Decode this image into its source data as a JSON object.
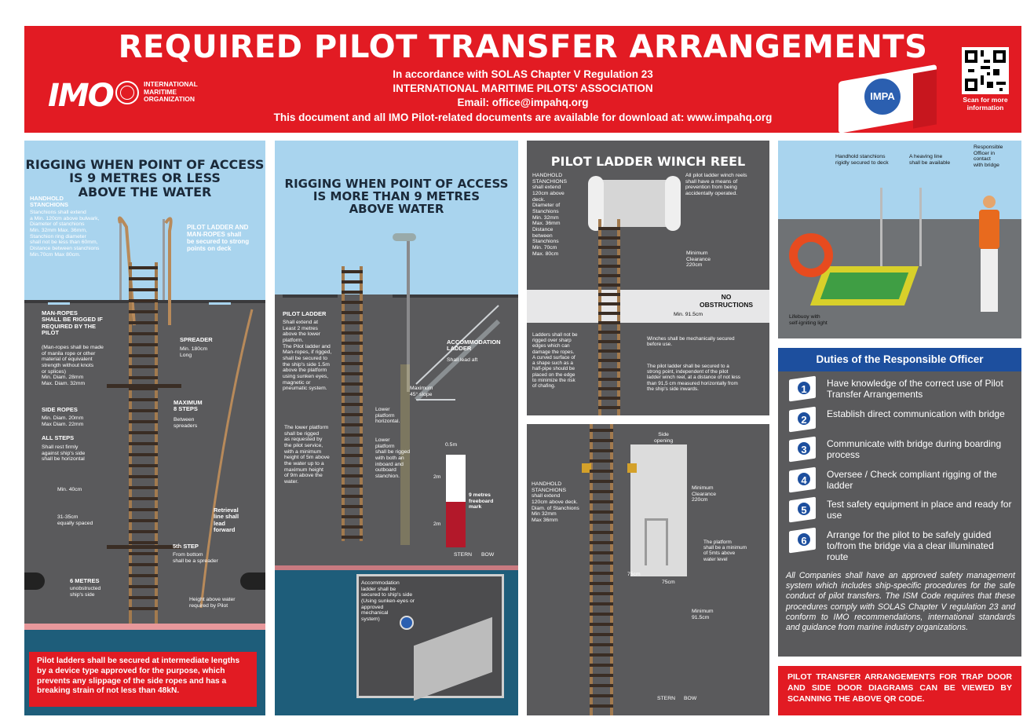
{
  "header": {
    "title": "REQUIRED PILOT TRANSFER ARRANGEMENTS",
    "line1": "In accordance with SOLAS Chapter V Regulation 23",
    "line2": "INTERNATIONAL MARITIME PILOTS' ASSOCIATION",
    "line3": "Email: office@impahq.org",
    "line4": "This document and all IMO Pilot-related documents are available for download at: www.impahq.org",
    "imo_logo": "IMO",
    "imo_org": "INTERNATIONAL\nMARITIME\nORGANIZATION",
    "impa_logo": "IMPA",
    "qr_caption": "Scan for more\ninformation"
  },
  "panel1": {
    "title": "RIGGING WHEN POINT OF ACCESS\nIS 9 METRES OR LESS\nABOVE THE WATER",
    "handhold_head": "HANDHOLD\nSTANCHIONS",
    "handhold_text": "Stanchions shall extend\na Min. 120cm above bulwark,\nDiameter of stanchions\nMin. 32mm Max. 36mm,\nStanchion ring diameter\nshall not be less than 60mm,\nDistance between stanchions\nMin.70cm Max 80cm.",
    "manropes_deck": "PILOT LADDER AND\nMAN-ROPES shall\nbe secured to strong\npoints on deck",
    "manropes_head": "MAN-ROPES\nSHALL BE RIGGED IF\nREQUIRED BY THE\nPILOT",
    "manropes_text": "(Man-ropes shall be made\nof manila rope or other\nmaterial of equivalent\nstrength without knots\nor splices)\nMin. Diam. 28mm\nMax. Diam. 32mm",
    "spreader_head": "SPREADER",
    "spreader_text": "Min. 180cm\nLong",
    "maxsteps_head": "MAXIMUM\n8 STEPS",
    "maxsteps_text": "Between\nspreaders",
    "siderope_head": "SIDE ROPES",
    "siderope_text": "Min. Diam. 20mm\nMax Diam. 22mm",
    "allsteps_head": "ALL STEPS",
    "allsteps_text": "Shall rest firmly\nagainst ship's side\nshall be horizontal",
    "min40": "Min. 40cm",
    "spacing": "31-35cm\nequally spaced",
    "retrieval": "Retrieval\nline shall\nlead\nforward",
    "fifthstep_head": "5th STEP",
    "fifthstep_text": "From bottom\nshall be a spreader",
    "sixm_head": "6 METRES",
    "sixm_text": "unobstructed\nship's side",
    "height": "Height above water\nrequired by Pilot",
    "note": "Pilot ladders shall be secured at intermediate lengths by a device type approved for the purpose, which prevents any slippage of the side ropes and has a breaking strain of not less than 48kN."
  },
  "panel2": {
    "title": "RIGGING WHEN POINT OF ACCESS\nIS MORE THAN 9 METRES\nABOVE WATER",
    "ladder_head": "PILOT LADDER",
    "ladder_text": "Shall extend at\nLeast 2 metres\nabove the lower\nplatform.\nThe Pilot ladder and\nMan-ropes, if rigged,\nshall be secured to\nthe ship's side 1.5m\nabove the platform\nusing sunken eyes,\nmagnetic or\npneumatic system.",
    "lower_text": "The lower platform\nshall be rigged\nas requested by\nthe pilot service,\nwith a minimum\nheight of 5m above\nthe water up to a\nmaximum height\nof 9m above the\nwater.",
    "accom_head": "ACCOMMODATION\nLADDER",
    "accom_text": "Shall lead aft",
    "slope": "Maximum\n45° slope",
    "platform_h": "Lower\nplatform\nhorizontal.",
    "platform_r": "Lower\nplatform\nshall be rigged\nwith both an\ninboard and\noutboard\nstanchion.",
    "m05": "0.5m",
    "m2a": "2m",
    "m2b": "2m",
    "freeboard": "9 metres\nfreeboard\nmark",
    "stern": "STERN",
    "bow": "BOW",
    "secured": "Accommodation\nladder shall be\nsecured to ship's side\n(Using sunken-eyes or\napproved\nmechanical\nsystem)"
  },
  "panel3": {
    "title": "PILOT LADDER WINCH REEL",
    "handhold": "HANDHOLD\nSTANCHIONS\nshall extend\n120cm above\ndeck.\nDiameter of\nStanchions\nMin. 32mm\nMax. 36mm\nDistance\nbetween\nStanchions\nMin. 70cm\nMax. 80cm",
    "winch_means": "All pilot ladder winch reels\nshall have a means of\nprevention from being\naccidentally operated.",
    "clearance": "Minimum\nClearance\n220cm",
    "noobs": "NO\nOBSTRUCTIONS",
    "min915": "Min. 91.5cm",
    "sharp": "Ladders shall not be\nrigged over sharp\nedges which can\ndamage the ropes.\nA curved surface of\na shape such as a\nhalf-pipe should be\nplaced on the edge\nto minimize the risk\nof chafing.",
    "mech": "Winches shall be mechanically secured\nbefore use.",
    "strong": "The pilot ladder shall be secured to a\nstrong point, independent of the pilot\nladder winch reel, at a distance of not less\nthan 91,5 cm measured horizontally from\nthe ship's side inwards."
  },
  "panel4": {
    "side_opening": "Side\nopening",
    "handhold": "HANDHOLD\nSTANCHIONS\nshall extend\n120cm above deck.\nDiam. of Stanchions\nMin 32mm\nMax 36mm",
    "clearance": "Minimum\nClearance\n220cm",
    "platform": "The platform\nshall be a minimum\nof 5mts above\nwater level",
    "d75a": "75cm",
    "d75b": "75cm",
    "min915": "Minimum\n91.5cm",
    "stern": "STERN",
    "bow": "BOW"
  },
  "panel5": {
    "handhold": "Handhold stanchions\nrigidly secured to deck",
    "heaving": "A heaving line\nshall be available",
    "officer": "Responsible\nOfficer in\ncontact\nwith bridge",
    "lifebuoy": "Lifebuoy with\nself-igniting light"
  },
  "duties": {
    "title": "Duties of the Responsible Officer",
    "items": [
      {
        "num": "1",
        "text": "Have knowledge of the correct use of Pilot Transfer Arrangements"
      },
      {
        "num": "2",
        "text": "Establish direct communication with bridge"
      },
      {
        "num": "3",
        "text": "Communicate with bridge during boarding process"
      },
      {
        "num": "4",
        "text": "Oversee / Check compliant rigging of the ladder"
      },
      {
        "num": "5",
        "text": "Test safety equipment in place and ready for use"
      },
      {
        "num": "6",
        "text": "Arrange for the pilot to be safely guided to/from the bridge via a clear illuminated route"
      }
    ],
    "footer": "All Companies shall have an approved safety management system which includes ship-specific procedures for the safe conduct of pilot transfers. The ISM Code requires that these procedures comply with SOLAS Chapter V regulation 23 and conform to IMO recommendations, international standards and guidance from marine industry organizations."
  },
  "trapdoor": "PILOT TRANSFER ARRANGEMENTS FOR TRAP DOOR AND SIDE DOOR DIAGRAMS CAN BE VIEWED BY SCANNING THE ABOVE QR CODE.",
  "colors": {
    "red": "#e21b23",
    "grey": "#5a5a5c",
    "sky": "#a9d4ee",
    "navy": "#1d4f9e",
    "sea": "#1e5d7a"
  }
}
